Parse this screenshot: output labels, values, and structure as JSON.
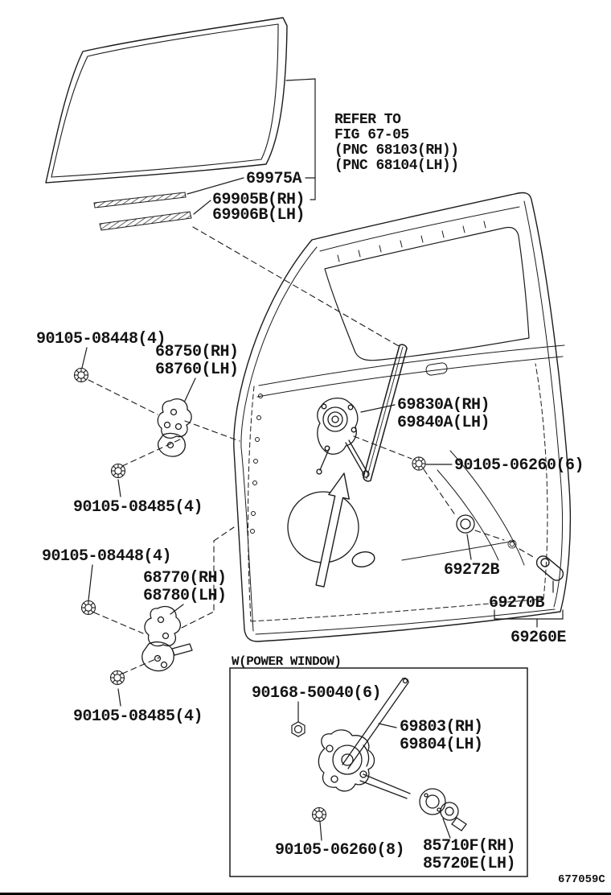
{
  "diagram": {
    "code": "677059C",
    "power_window_caption": "W(POWER WINDOW)",
    "refer_note": {
      "l1": "REFER TO",
      "l2": "FIG 67-05",
      "l3": "(PNC 68103(RH))",
      "l4": "(PNC 68104(LH))"
    },
    "labels": {
      "strip_outer": "69975A",
      "strip_rh": "69905B(RH)",
      "strip_lh": "69906B(LH)",
      "upper_hinge_bolt": "90105-08448(4)",
      "upper_hinge_rh": "68750(RH)",
      "upper_hinge_lh": "68760(LH)",
      "regulator_rh": "69830A(RH)",
      "regulator_lh": "69840A(LH)",
      "regulator_screw": "90105-06260(6)",
      "upper_hinge_bolt2": "90105-08485(4)",
      "lower_hinge_bolt": "90105-08448(4)",
      "lower_hinge_rh": "68770(RH)",
      "lower_hinge_lh": "68780(LH)",
      "handle_snap": "69272B",
      "handle": "69270B",
      "handle_assy": "69260E",
      "lower_hinge_bolt2": "90105-08485(4)",
      "pw_nut": "90168-50040(6)",
      "pw_regulator_rh": "69803(RH)",
      "pw_regulator_lh": "69804(LH)",
      "pw_screw": "90105-06260(8)",
      "pw_motor_rh": "85710F(RH)",
      "pw_motor_lh": "85720E(LH)"
    },
    "colors": {
      "line": "#1b1b1b",
      "background": "#ffffff"
    }
  }
}
